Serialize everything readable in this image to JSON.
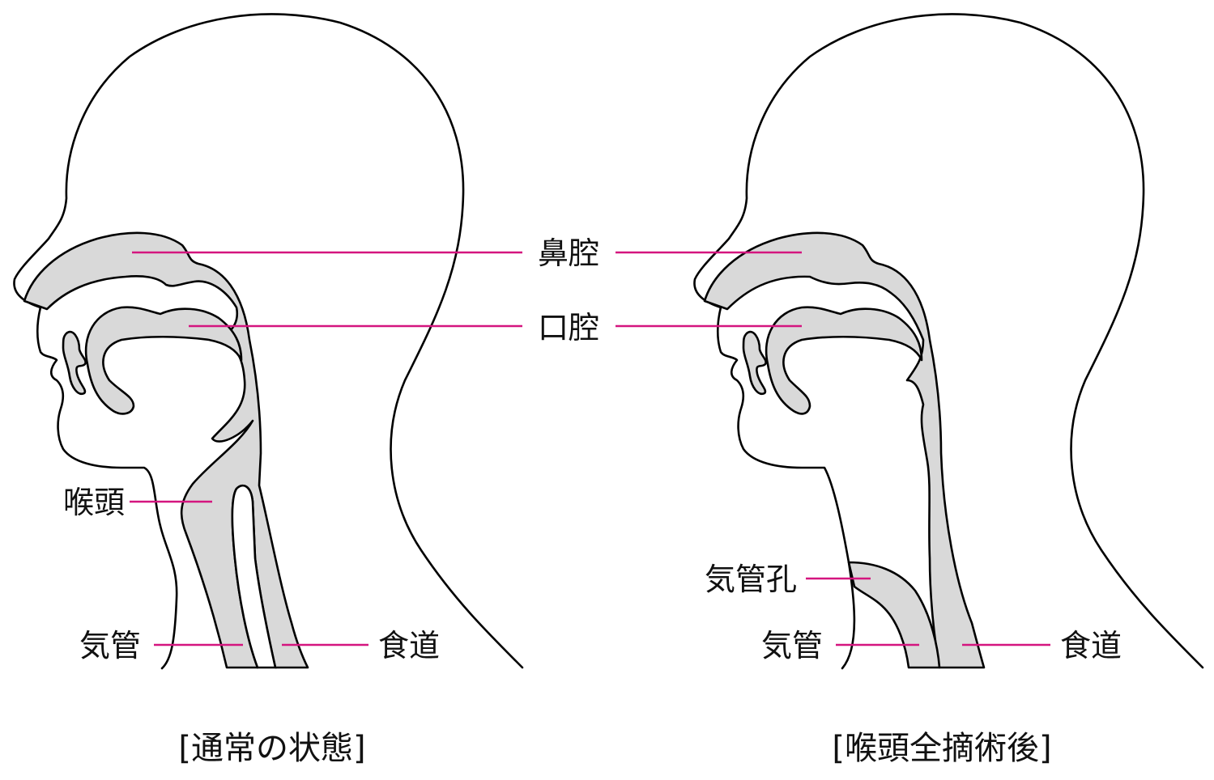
{
  "colors": {
    "leader": "#d4157f",
    "cavity_fill": "#d9d9d9",
    "outline": "#000000"
  },
  "labels": {
    "nasal_cavity": "鼻腔",
    "oral_cavity": "口腔",
    "larynx": "喉頭",
    "trachea_left": "気管",
    "esophagus_left": "食道",
    "stoma": "気管孔",
    "trachea_right": "気管",
    "esophagus_right": "食道"
  },
  "captions": {
    "normal": "[通常の状態]",
    "after_surgery": "[喉頭全摘術後]"
  }
}
